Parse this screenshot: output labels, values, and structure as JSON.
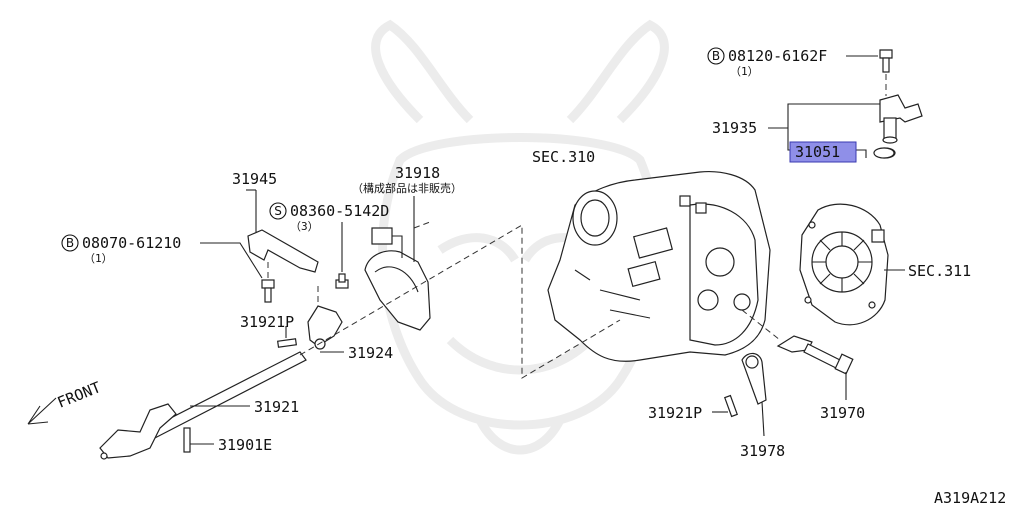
{
  "diagram_id": "A319A212",
  "front_label": "FRONT",
  "sections": {
    "sec310": "SEC.310",
    "sec311": "SEC.311"
  },
  "parts": {
    "p31945": "31945",
    "p31918": "31918",
    "p31918_note": "（構成部品は非販売）",
    "p31921p_left": "31921P",
    "p31924": "31924",
    "p31921": "31921",
    "p31901e": "31901E",
    "p31935": "31935",
    "p31051": "31051",
    "p31921p_right": "31921P",
    "p31978": "31978",
    "p31970": "31970"
  },
  "fasteners": {
    "bolt_a": {
      "symbol": "B",
      "number": "08120-6162F",
      "qty": "（1）"
    },
    "bolt_b": {
      "symbol": "B",
      "number": "08070-61210",
      "qty": "（1）"
    },
    "screw_s": {
      "symbol": "S",
      "number": "08360-5142D",
      "qty": "（3）"
    }
  },
  "colors": {
    "highlight": "#8f8fe8",
    "ink": "#222222",
    "watermark": "#ececec"
  }
}
